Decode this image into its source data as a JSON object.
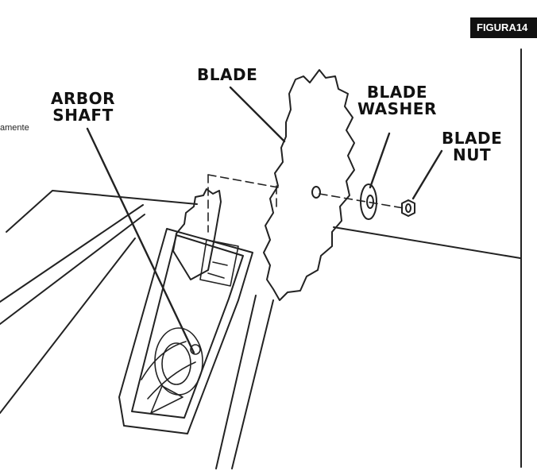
{
  "figure": {
    "badge": "FIGURA14",
    "side_text": "amente"
  },
  "labels": {
    "blade": "BLADE",
    "arbor_line1": "ARBOR",
    "arbor_line2": "SHAFT",
    "washer_line1": "BLADE",
    "washer_line2": "WASHER",
    "nut_line1": "BLADE",
    "nut_line2": "NUT"
  }
}
